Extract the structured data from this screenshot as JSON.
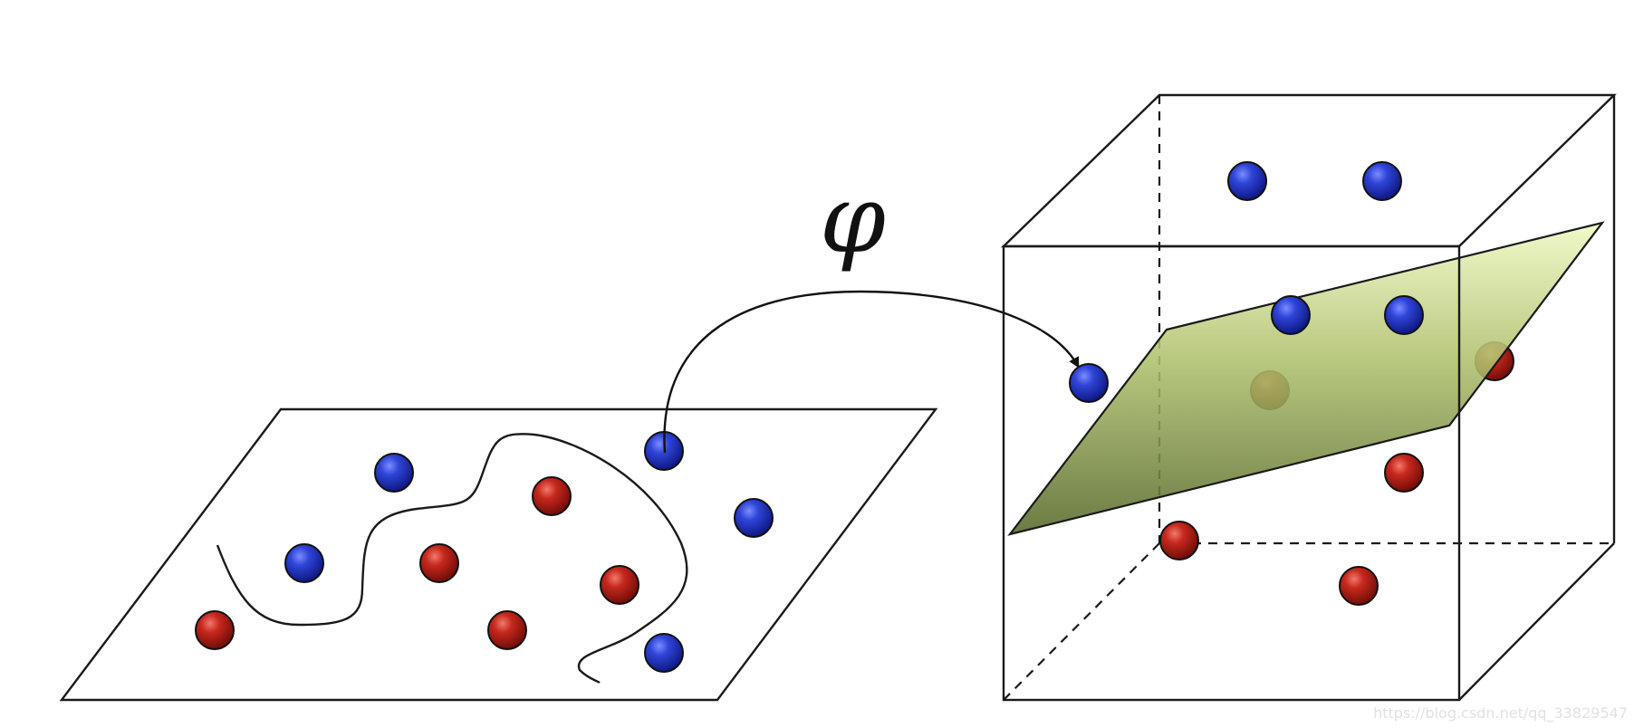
{
  "diagram": {
    "mapping_label": "φ",
    "watermark": "https://blog.csdn.net/qq_33829547"
  },
  "colors": {
    "background": "#ffffff",
    "line": "#1a1a1a",
    "class_blue": "#2a3fcf",
    "class_red": "#c0261c",
    "hyperplane_top": "#eef9c4",
    "hyperplane_bottom": "#5a6e2c"
  },
  "legend": {
    "classes": [
      "blue",
      "red"
    ]
  }
}
